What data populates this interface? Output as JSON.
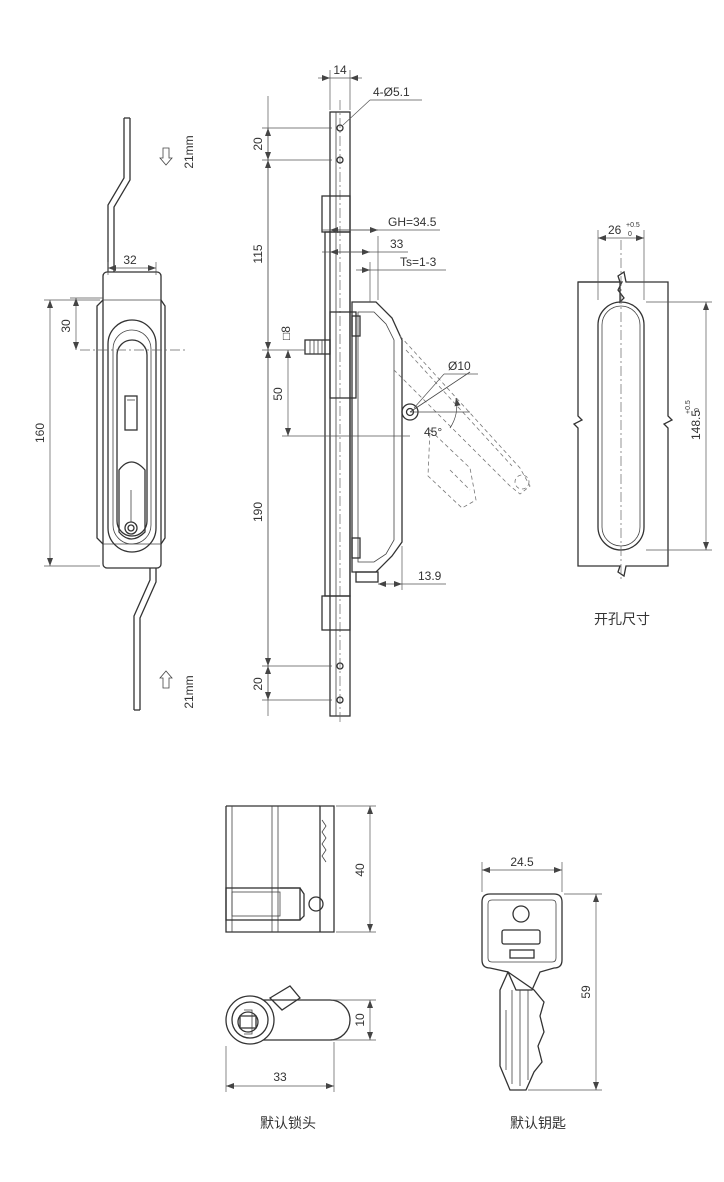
{
  "views": {
    "front": {
      "rod_travel_top": "21mm",
      "rod_travel_bottom": "21mm",
      "dim_width": "32",
      "dim_30": "30",
      "dim_160": "160"
    },
    "side": {
      "dim_14": "14",
      "holes": "4-Ø5.1",
      "dim_20_top": "20",
      "dim_115": "115",
      "gh": "GH=34.5",
      "dim_33": "33",
      "ts": "Ts=1-3",
      "square_8": "□8",
      "dim_50": "50",
      "dia_10": "Ø10",
      "angle": "45°",
      "dim_190": "190",
      "dim_13_9": "13.9",
      "dim_20_bottom": "20"
    },
    "cutout": {
      "width": "26",
      "width_tol_upper": "+0.5",
      "width_tol_lower": "0",
      "height": "148.5",
      "height_tol_upper": "+0.5",
      "height_tol_lower": "0",
      "caption": "开孔尺寸"
    },
    "lock": {
      "dim_40": "40",
      "dim_10": "10",
      "dim_33": "33",
      "caption": "默认锁头"
    },
    "key": {
      "dim_24_5": "24.5",
      "dim_59": "59",
      "caption": "默认钥匙"
    }
  }
}
